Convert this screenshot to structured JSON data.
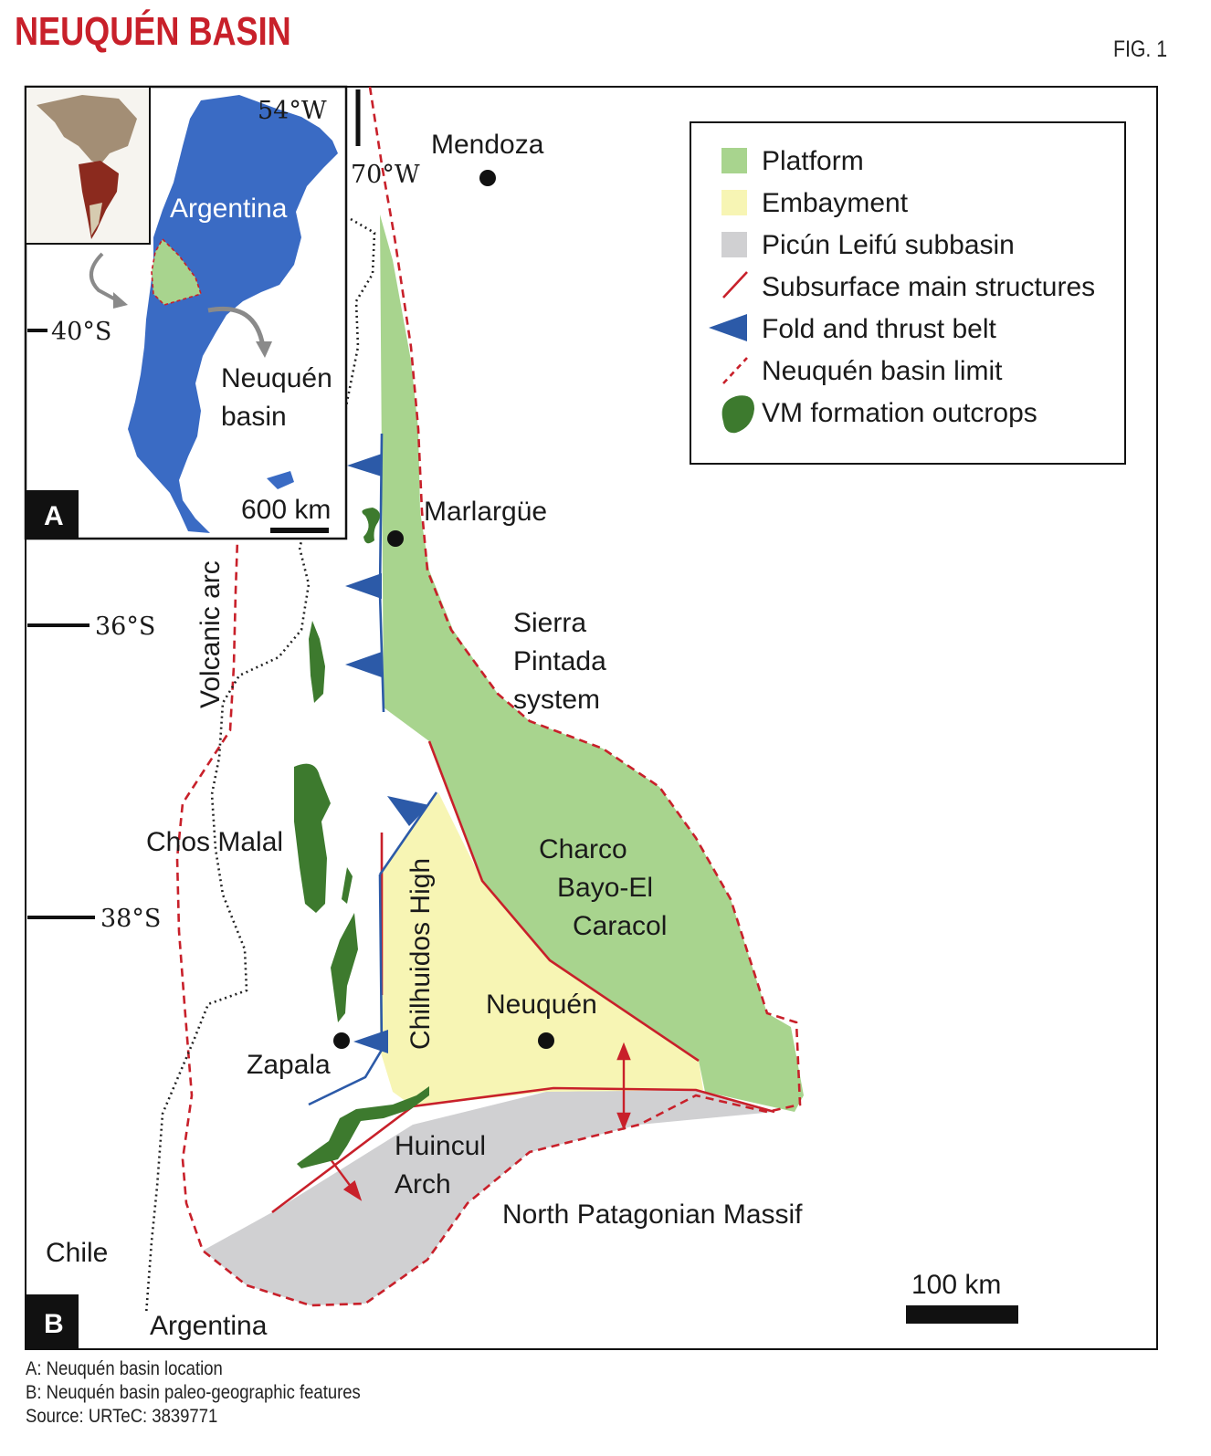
{
  "header": {
    "title": "NEUQUÉN BASIN",
    "fig_number": "FIG. 1"
  },
  "colors": {
    "platform": "#a8d48e",
    "embayment": "#f7f5b4",
    "subbasin": "#d0d0d2",
    "structures": "#c8202a",
    "thrust_belt": "#2c5aa8",
    "outcrops": "#3d7a2e",
    "argentina": "#3a6bc4"
  },
  "legend": {
    "items": [
      {
        "label": "Platform",
        "symbol": "green-square"
      },
      {
        "label": "Embayment",
        "symbol": "yellow-square"
      },
      {
        "label": "Picún Leifú subbasin",
        "symbol": "gray-square"
      },
      {
        "label": "Subsurface main structures",
        "symbol": "red-line"
      },
      {
        "label": "Fold and thrust belt",
        "symbol": "blue-triangle"
      },
      {
        "label": "Neuquén basin limit",
        "symbol": "red-dashed-line"
      },
      {
        "label": "VM formation outcrops",
        "symbol": "green-blob"
      }
    ]
  },
  "inset": {
    "panel_letter": "A",
    "lon_label": "54°W",
    "lat_label": "40°S",
    "country_label": "Argentina",
    "basin_label_line1": "Neuquén",
    "basin_label_line2": "basin",
    "scale_label": "600 km"
  },
  "main_map": {
    "panel_letter": "B",
    "lon_label": "70°W",
    "lat_labels": [
      "36°S",
      "38°S"
    ],
    "places": {
      "mendoza": "Mendoza",
      "marlargue": "Marlargüe",
      "chos_malal": "Chos Malal",
      "neuquen": "Neuquén",
      "zapala": "Zapala",
      "chile": "Chile",
      "argentina": "Argentina"
    },
    "features": {
      "volcanic_arc": "Volcanic arc",
      "sierra_line1": "Sierra",
      "sierra_line2": "Pintada",
      "sierra_line3": "system",
      "charco_line1": "Charco",
      "charco_line2": "Bayo-El",
      "charco_line3": "Caracol",
      "chilhuidos": "Chilhuidos High",
      "huincul_line1": "Huincul",
      "huincul_line2": "Arch",
      "north_patagonian": "North Patagonian Massif"
    },
    "scale_label": "100 km"
  },
  "caption": {
    "line_a": "A: Neuquén basin location",
    "line_b": "B: Neuquén basin paleo-geographic features",
    "source": "Source: URTeC: 3839771"
  }
}
